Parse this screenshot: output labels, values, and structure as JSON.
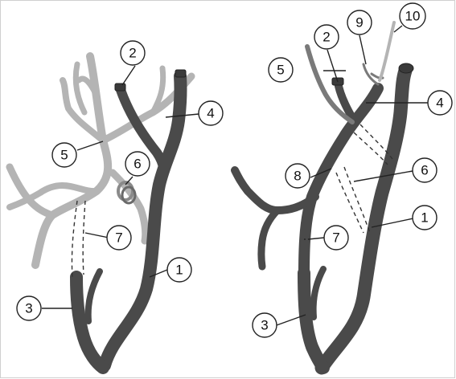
{
  "callouts": {
    "left": {
      "c1": "1",
      "c2": "2",
      "c3": "3",
      "c4": "4",
      "c5": "5",
      "c6": "6",
      "c7": "7"
    },
    "right": {
      "c1": "1",
      "c2": "2",
      "c3": "3",
      "c4": "4",
      "c5": "5",
      "c6": "6",
      "c7": "7",
      "c8": "8",
      "c9": "9",
      "c10": "10"
    }
  },
  "colors": {
    "vessel_dark": "#4a4a4a",
    "vessel_light": "#b4b4b4",
    "vessel_mid": "#7a7a7a",
    "frame": "#cfcfcf"
  }
}
